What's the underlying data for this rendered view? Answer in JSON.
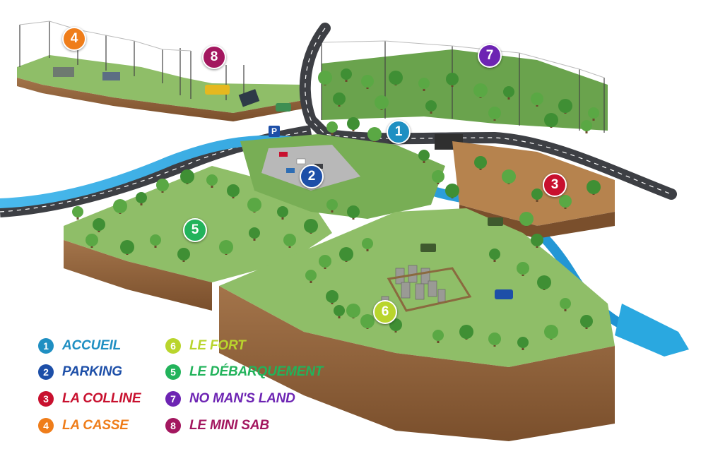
{
  "zones": [
    {
      "number": "1",
      "name": "ACCUEIL",
      "color": "#1f8fc2"
    },
    {
      "number": "2",
      "name": "PARKING",
      "color": "#1d4fa8"
    },
    {
      "number": "3",
      "name": "LA COLLINE",
      "color": "#c8102e"
    },
    {
      "number": "4",
      "name": "LA CASSE",
      "color": "#ef7d1a"
    },
    {
      "number": "5",
      "name": "LE DÉBARQUEMENT",
      "color": "#22b35b"
    },
    {
      "number": "6",
      "name": "LE FORT",
      "color": "#b9d52d"
    },
    {
      "number": "7",
      "name": "NO MAN'S LAND",
      "color": "#6d24b3"
    },
    {
      "number": "8",
      "name": "LE MINI SAB",
      "color": "#a3175f"
    }
  ],
  "parking_sign": "P",
  "colors": {
    "grass": "#7fb35a",
    "grass_dark": "#5f9a3e",
    "soil": "#9a6a3f",
    "soil_dark": "#7a4f2c",
    "river": "#2aa8e0",
    "road": "#3d3f44",
    "tree": "#3f8f34",
    "tree_light": "#5aa844"
  },
  "icons": [
    "map-marker-icon",
    "tree-icon",
    "parking-icon"
  ]
}
